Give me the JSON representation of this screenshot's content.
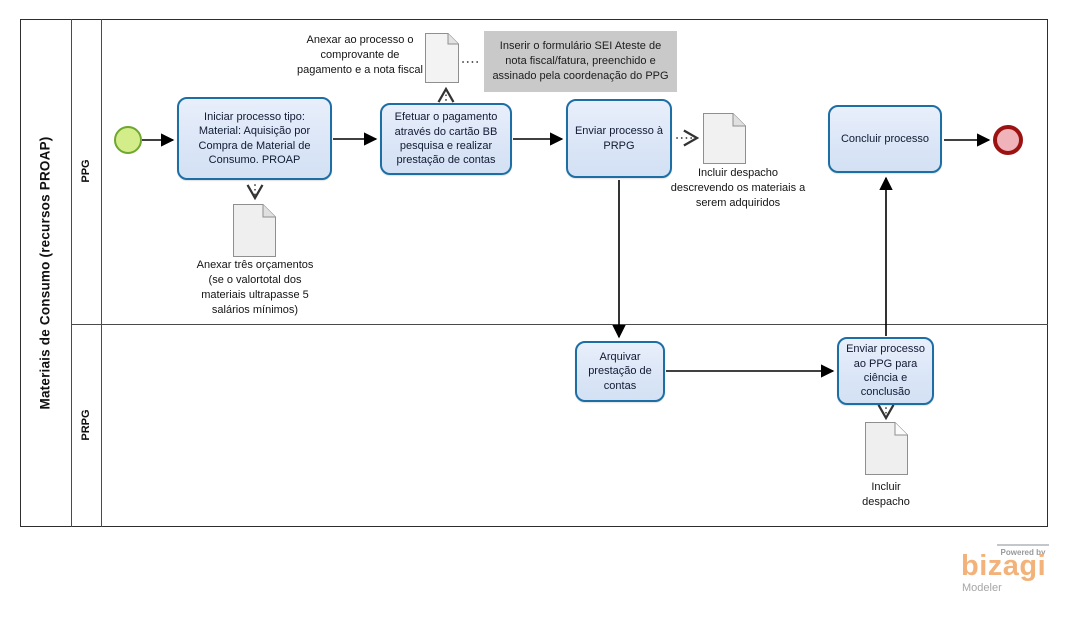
{
  "pool": {
    "title": "Materiais de Consumo (recursos PROAP)",
    "lanes": {
      "top": "PPG",
      "bottom": "PRPG"
    }
  },
  "nodes": {
    "start_event": "start",
    "end_event": "end",
    "task_iniciar": "Iniciar processo tipo: Material: Aquisição por Compra de Material de Consumo. PROAP",
    "task_efetuar": "Efetuar o pagamento através do cartão BB pesquisa e realizar prestação de contas",
    "task_enviar_prpg": "Enviar processo à PRPG",
    "task_concluir": "Concluir processo",
    "task_arquivar": "Arquivar prestação de contas",
    "task_enviar_ppg": "Enviar processo ao PPG para ciência e conclusão"
  },
  "annotations": {
    "comprovante": "Anexar ao processo o comprovante de pagamento e a nota fiscal",
    "orcamentos": "Anexar três orçamentos (se o valortotal dos materiais ultrapasse 5 salários mínimos)",
    "despacho_materiais": "Incluir despacho descrevendo os materiais a serem adquiridos",
    "despacho": "Incluir despacho",
    "nota_sei": "Inserir o formulário SEI Ateste de nota fiscal/fatura, preenchido e assinado pela coordenação do PPG"
  },
  "branding": {
    "powered_by": "Powered by",
    "name": "bizagi",
    "product": "Modeler"
  },
  "colors": {
    "task_border": "#1c6ea4",
    "task_fill": "#dbe6f7",
    "start_fill": "#d4ed8b",
    "start_border": "#6fa72f",
    "end_fill": "#efb3b9",
    "end_border": "#9c1212",
    "note_fill": "#c9c9c9",
    "brand_orange": "#f2b279"
  }
}
